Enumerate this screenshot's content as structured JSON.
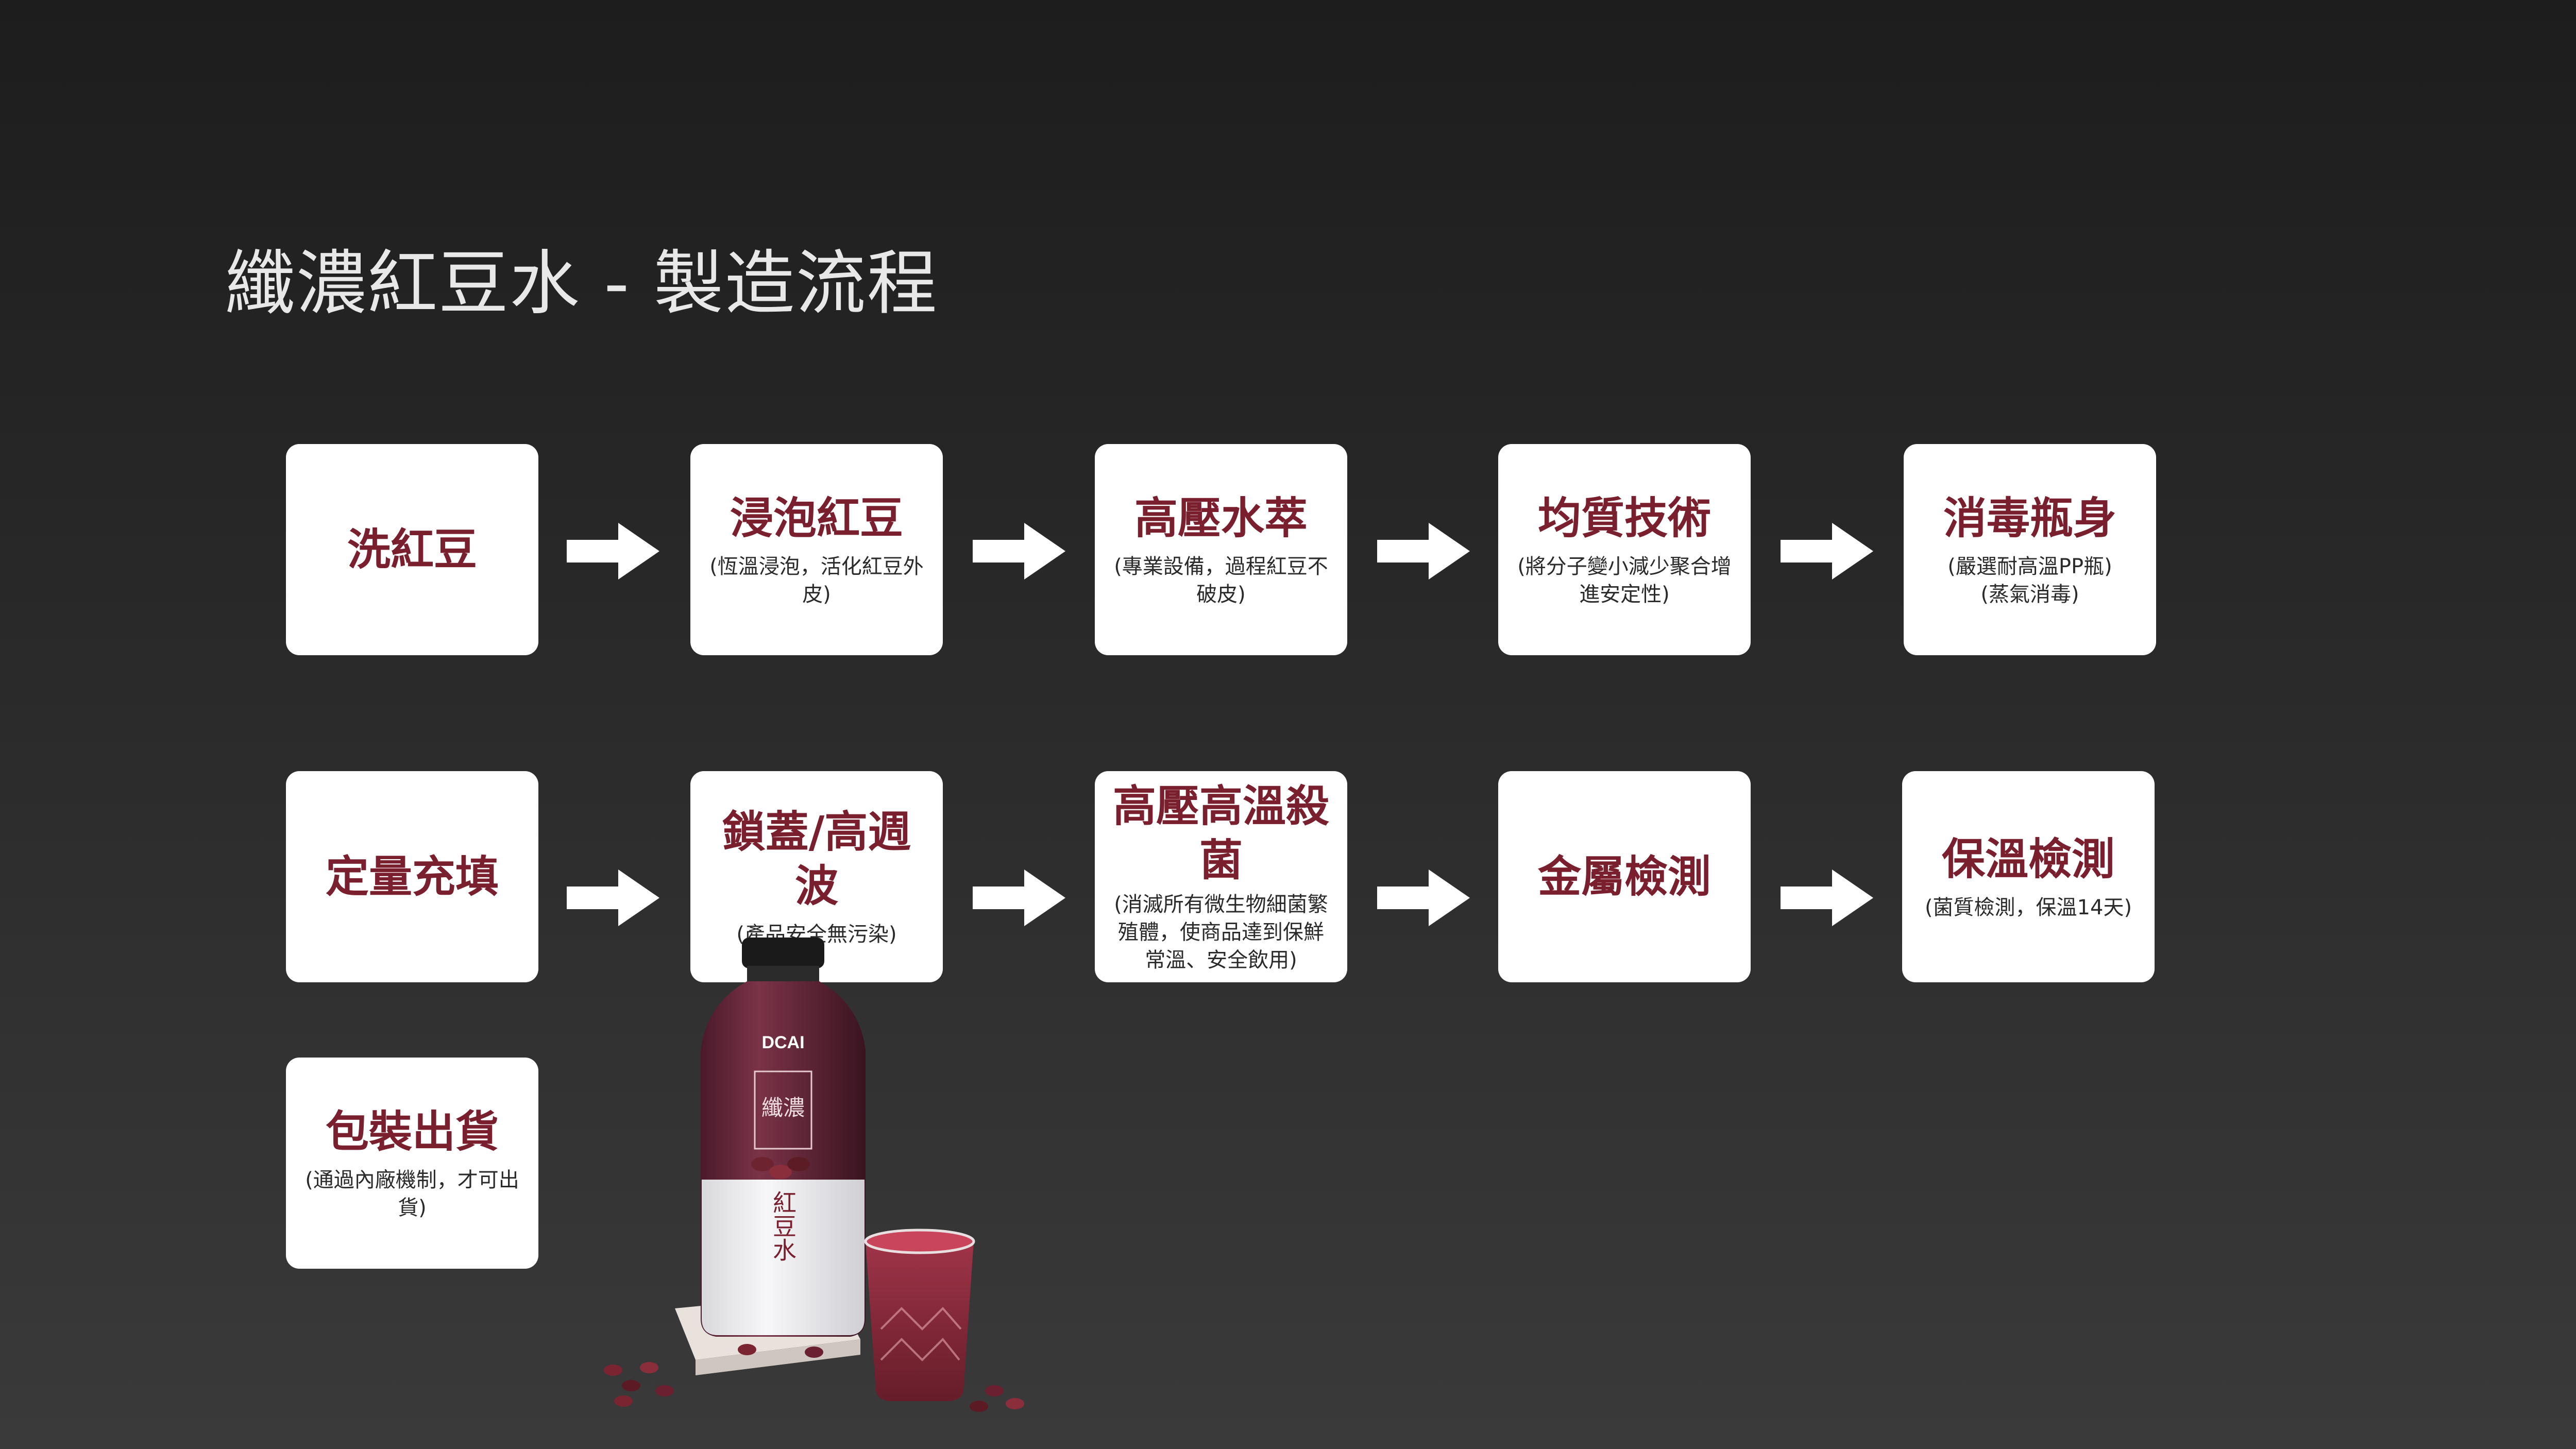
{
  "title": "纖濃紅豆水 - 製造流程",
  "steps": [
    {
      "title": "洗紅豆",
      "subtitle": ""
    },
    {
      "title": "浸泡紅豆",
      "subtitle": "(恆溫浸泡，活化紅豆外皮)"
    },
    {
      "title": "高壓水萃",
      "subtitle": "(專業設備，過程紅豆不破皮)"
    },
    {
      "title": "均質技術",
      "subtitle": "(將分子變小減少聚合增進安定性)"
    },
    {
      "title": "消毒瓶身",
      "subtitle": "(嚴選耐高溫PP瓶)\n(蒸氣消毒)"
    },
    {
      "title": "定量充填",
      "subtitle": ""
    },
    {
      "title": "鎖蓋/高週波",
      "subtitle": "(產品安全無污染)"
    },
    {
      "title": "高壓高溫殺菌",
      "subtitle": "(消滅所有微生物細菌繁殖體，使商品達到保鮮常溫、安全飲用)"
    },
    {
      "title": "金屬檢測",
      "subtitle": ""
    },
    {
      "title": "保溫檢測",
      "subtitle": "(菌質檢測，保溫14天)"
    },
    {
      "title": "包裝出貨",
      "subtitle": "(通過內廠機制，才可出貨)"
    }
  ],
  "product": {
    "brand": "DCAI",
    "bottle_label": "紅豆水",
    "bottle_label_top": "纖濃"
  },
  "colors": {
    "step_title": "#7a1f2e",
    "box_bg": "#ffffff",
    "arrow": "#ffffff",
    "title_text": "#e8e8e8"
  }
}
